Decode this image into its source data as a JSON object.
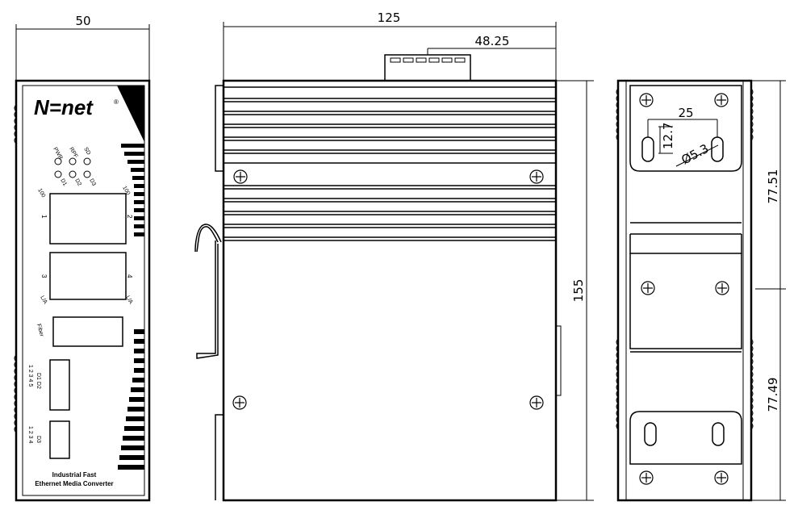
{
  "dimensions": {
    "front_width": "50",
    "side_width": "125",
    "terminal_offset": "48.25",
    "side_height": "155",
    "hole_spacing": "25",
    "slot_height": "12.7",
    "hole_diameter": "Ø5.3",
    "upper_height": "77.51",
    "lower_height": "77.49"
  },
  "front_panel": {
    "logo": "N=net",
    "logo_mark": "®",
    "led_top_labels": [
      "PWR",
      "RPF",
      "SD"
    ],
    "led_bottom_labels": [
      "D1",
      "D2",
      "D3"
    ],
    "port1_speed": "100",
    "port2_speed": "100",
    "port1_number": "1",
    "port2_number": "2",
    "port3_number": "3",
    "port4_number": "4",
    "port3_link": "L/A",
    "port4_link": "L/A",
    "fiber_label": "Fiber",
    "dip1_positions": "1 2 3 4 5",
    "dip1_groups": "D1 D2",
    "dip2_positions": "1 2 3 4",
    "dip2_group": "D3",
    "product_line1": "Industrial Fast",
    "product_line2": "Ethernet Media Converter"
  },
  "colors": {
    "line": "#000000",
    "background": "#ffffff"
  }
}
